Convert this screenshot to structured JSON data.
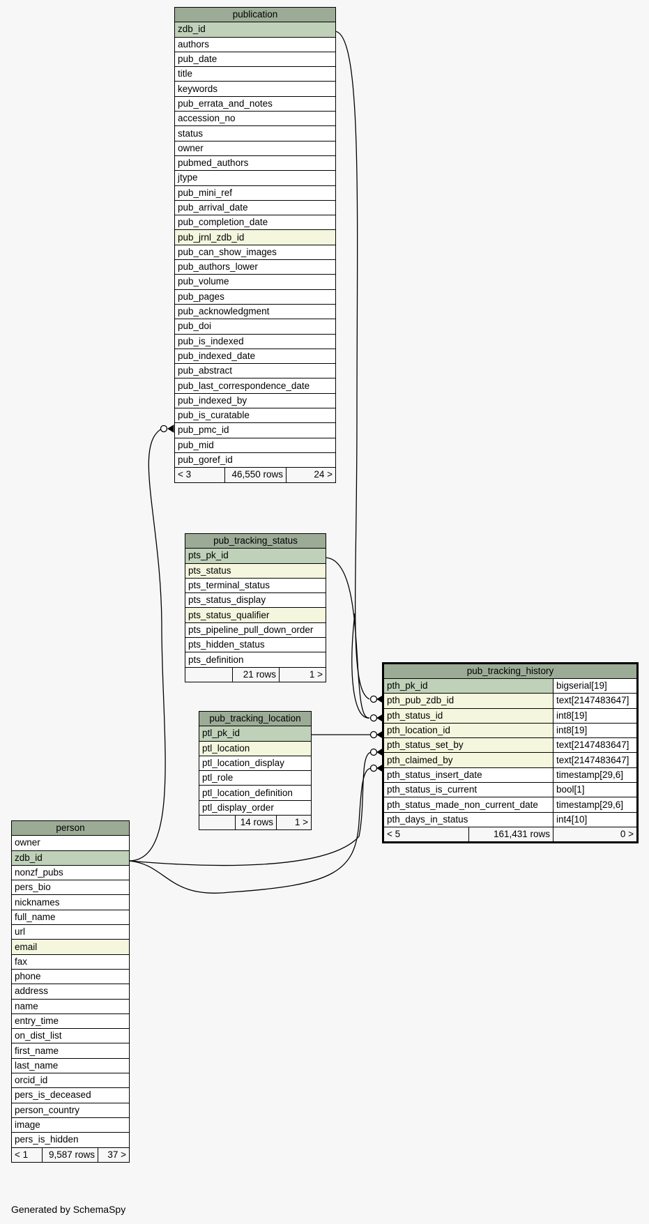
{
  "tables": {
    "publication": {
      "name": "publication",
      "columns": [
        {
          "name": "zdb_id",
          "kind": "pk"
        },
        {
          "name": "authors",
          "kind": ""
        },
        {
          "name": "pub_date",
          "kind": ""
        },
        {
          "name": "title",
          "kind": ""
        },
        {
          "name": "keywords",
          "kind": ""
        },
        {
          "name": "pub_errata_and_notes",
          "kind": ""
        },
        {
          "name": "accession_no",
          "kind": ""
        },
        {
          "name": "status",
          "kind": ""
        },
        {
          "name": "owner",
          "kind": ""
        },
        {
          "name": "pubmed_authors",
          "kind": ""
        },
        {
          "name": "jtype",
          "kind": ""
        },
        {
          "name": "pub_mini_ref",
          "kind": ""
        },
        {
          "name": "pub_arrival_date",
          "kind": ""
        },
        {
          "name": "pub_completion_date",
          "kind": ""
        },
        {
          "name": "pub_jrnl_zdb_id",
          "kind": "fk"
        },
        {
          "name": "pub_can_show_images",
          "kind": ""
        },
        {
          "name": "pub_authors_lower",
          "kind": ""
        },
        {
          "name": "pub_volume",
          "kind": ""
        },
        {
          "name": "pub_pages",
          "kind": ""
        },
        {
          "name": "pub_acknowledgment",
          "kind": ""
        },
        {
          "name": "pub_doi",
          "kind": ""
        },
        {
          "name": "pub_is_indexed",
          "kind": ""
        },
        {
          "name": "pub_indexed_date",
          "kind": ""
        },
        {
          "name": "pub_abstract",
          "kind": ""
        },
        {
          "name": "pub_last_correspondence_date",
          "kind": ""
        },
        {
          "name": "pub_indexed_by",
          "kind": ""
        },
        {
          "name": "pub_is_curatable",
          "kind": ""
        },
        {
          "name": "pub_pmc_id",
          "kind": ""
        },
        {
          "name": "pub_mid",
          "kind": ""
        },
        {
          "name": "pub_goref_id",
          "kind": ""
        }
      ],
      "footer": {
        "parents": "< 3",
        "rows": "46,550 rows",
        "children": "24 >"
      }
    },
    "pub_tracking_status": {
      "name": "pub_tracking_status",
      "columns": [
        {
          "name": "pts_pk_id",
          "kind": "pk"
        },
        {
          "name": "pts_status",
          "kind": "fk"
        },
        {
          "name": "pts_terminal_status",
          "kind": ""
        },
        {
          "name": "pts_status_display",
          "kind": ""
        },
        {
          "name": "pts_status_qualifier",
          "kind": "fk"
        },
        {
          "name": "pts_pipeline_pull_down_order",
          "kind": ""
        },
        {
          "name": "pts_hidden_status",
          "kind": ""
        },
        {
          "name": "pts_definition",
          "kind": ""
        }
      ],
      "footer": {
        "parents": "",
        "rows": "21 rows",
        "children": "1 >"
      }
    },
    "pub_tracking_location": {
      "name": "pub_tracking_location",
      "columns": [
        {
          "name": "ptl_pk_id",
          "kind": "pk"
        },
        {
          "name": "ptl_location",
          "kind": "fk"
        },
        {
          "name": "ptl_location_display",
          "kind": ""
        },
        {
          "name": "ptl_role",
          "kind": ""
        },
        {
          "name": "ptl_location_definition",
          "kind": ""
        },
        {
          "name": "ptl_display_order",
          "kind": ""
        }
      ],
      "footer": {
        "parents": "",
        "rows": "14 rows",
        "children": "1 >"
      }
    },
    "pub_tracking_history": {
      "name": "pub_tracking_history",
      "columns": [
        {
          "name": "pth_pk_id",
          "type": "bigserial[19]",
          "kind": "pk"
        },
        {
          "name": "pth_pub_zdb_id",
          "type": "text[2147483647]",
          "kind": "fk"
        },
        {
          "name": "pth_status_id",
          "type": "int8[19]",
          "kind": "fk"
        },
        {
          "name": "pth_location_id",
          "type": "int8[19]",
          "kind": "fk"
        },
        {
          "name": "pth_status_set_by",
          "type": "text[2147483647]",
          "kind": "fk"
        },
        {
          "name": "pth_claimed_by",
          "type": "text[2147483647]",
          "kind": "fk"
        },
        {
          "name": "pth_status_insert_date",
          "type": "timestamp[29,6]",
          "kind": ""
        },
        {
          "name": "pth_status_is_current",
          "type": "bool[1]",
          "kind": ""
        },
        {
          "name": "pth_status_made_non_current_date",
          "type": "timestamp[29,6]",
          "kind": ""
        },
        {
          "name": "pth_days_in_status",
          "type": "int4[10]",
          "kind": ""
        }
      ],
      "footer": {
        "parents": "< 5",
        "rows": "161,431 rows",
        "children": "0 >"
      }
    },
    "person": {
      "name": "person",
      "columns": [
        {
          "name": "owner",
          "kind": ""
        },
        {
          "name": "zdb_id",
          "kind": "pk"
        },
        {
          "name": "nonzf_pubs",
          "kind": ""
        },
        {
          "name": "pers_bio",
          "kind": ""
        },
        {
          "name": "nicknames",
          "kind": ""
        },
        {
          "name": "full_name",
          "kind": ""
        },
        {
          "name": "url",
          "kind": ""
        },
        {
          "name": "email",
          "kind": "fk"
        },
        {
          "name": "fax",
          "kind": ""
        },
        {
          "name": "phone",
          "kind": ""
        },
        {
          "name": "address",
          "kind": ""
        },
        {
          "name": "name",
          "kind": ""
        },
        {
          "name": "entry_time",
          "kind": ""
        },
        {
          "name": "on_dist_list",
          "kind": ""
        },
        {
          "name": "first_name",
          "kind": ""
        },
        {
          "name": "last_name",
          "kind": ""
        },
        {
          "name": "orcid_id",
          "kind": ""
        },
        {
          "name": "pers_is_deceased",
          "kind": ""
        },
        {
          "name": "person_country",
          "kind": ""
        },
        {
          "name": "image",
          "kind": ""
        },
        {
          "name": "pers_is_hidden",
          "kind": ""
        }
      ],
      "footer": {
        "parents": "< 1",
        "rows": "9,587 rows",
        "children": "37 >"
      }
    }
  },
  "relationships": [
    {
      "from": "publication.zdb_id",
      "to": "pub_tracking_history.pth_pub_zdb_id"
    },
    {
      "from": "pub_tracking_status.pts_pk_id",
      "to": "pub_tracking_history.pth_status_id"
    },
    {
      "from": "pub_tracking_location.ptl_pk_id",
      "to": "pub_tracking_history.pth_location_id"
    },
    {
      "from": "person.zdb_id",
      "to": "pub_tracking_history.pth_status_set_by"
    },
    {
      "from": "person.zdb_id",
      "to": "pub_tracking_history.pth_claimed_by"
    },
    {
      "from": "person.zdb_id",
      "to": "publication.pub_indexed_by"
    }
  ],
  "footer_text": "Generated by SchemaSpy"
}
